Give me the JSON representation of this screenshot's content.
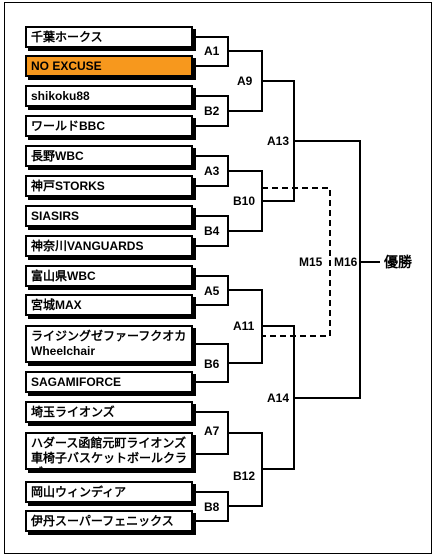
{
  "teams": [
    {
      "name": "千葉ホークス",
      "highlight": false
    },
    {
      "name": "NO EXCUSE",
      "highlight": true
    },
    {
      "name": "shikoku88",
      "highlight": false
    },
    {
      "name": "ワールドBBC",
      "highlight": false
    },
    {
      "name": "長野WBC",
      "highlight": false
    },
    {
      "name": "神戸STORKS",
      "highlight": false
    },
    {
      "name": "SIASIRS",
      "highlight": false
    },
    {
      "name": "神奈川VANGUARDS",
      "highlight": false
    },
    {
      "name": "富山県WBC",
      "highlight": false
    },
    {
      "name": "宮城MAX",
      "highlight": false
    },
    {
      "name": "ライジングゼファーフクオカ\nWheelchair",
      "highlight": false
    },
    {
      "name": "SAGAMIFORCE",
      "highlight": false
    },
    {
      "name": "埼玉ライオンズ",
      "highlight": false
    },
    {
      "name": "ハダース函館元町ライオンズ\n車椅子バスケットボールクラブ",
      "highlight": false
    },
    {
      "name": "岡山ウィンディア",
      "highlight": false
    },
    {
      "name": "伊丹スーパーフェニックス",
      "highlight": false
    }
  ],
  "matches": {
    "A1": "A1",
    "A3": "A3",
    "A5": "A5",
    "A7": "A7",
    "B2": "B2",
    "B4": "B4",
    "B6": "B6",
    "B8": "B8",
    "A9": "A9",
    "B10": "B10",
    "A11": "A11",
    "B12": "B12",
    "A13": "A13",
    "A14": "A14",
    "M15": "M15",
    "M16": "M16"
  },
  "champion_label": "優勝"
}
